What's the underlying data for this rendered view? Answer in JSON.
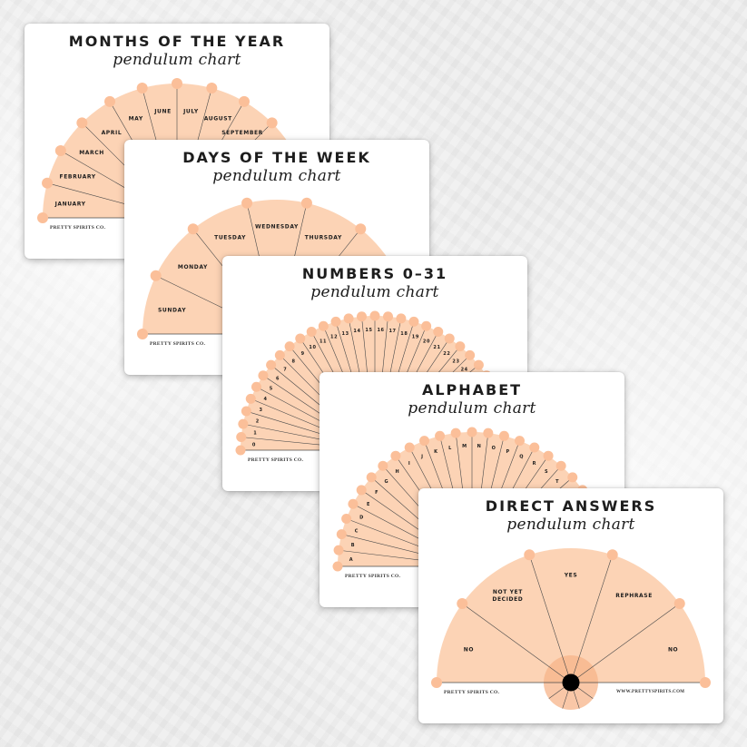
{
  "colors": {
    "segment_fill": "#fcd3b5",
    "dot_fill": "#fbbf99",
    "line": "#4a4a4a",
    "center_halo": "#f7b48a",
    "center_dot": "#000000",
    "text": "#1d1d1d"
  },
  "cards": [
    {
      "title": "MONTHS OF THE YEAR",
      "subtitle": "pendulum chart",
      "segments": 12,
      "labels": [
        "JANUARY",
        "FEBRUARY",
        "MARCH",
        "APRIL",
        "MAY",
        "JUNE",
        "JULY",
        "AUGUST",
        "SEPTEMBER"
      ],
      "footer_left": "PRETTY SPIRITS CO."
    },
    {
      "title": "DAYS OF THE WEEK",
      "subtitle": "pendulum chart",
      "segments": 7,
      "labels": [
        "SUNDAY",
        "MONDAY",
        "TUESDAY",
        "WEDNESDAY",
        "THURSDAY"
      ],
      "footer_left": "PRETTY SPIRITS CO."
    },
    {
      "title": "NUMBERS 0–31",
      "subtitle": "pendulum chart",
      "segments": 32,
      "labels": [
        "0",
        "1",
        "2",
        "3",
        "4",
        "5",
        "6",
        "7",
        "8",
        "9",
        "10",
        "11",
        "12",
        "13",
        "14",
        "15",
        "16",
        "17",
        "18",
        "19",
        "20",
        "21",
        "22",
        "23",
        "24"
      ],
      "footer_left": "PRETTY SPIRITS CO."
    },
    {
      "title": "ALPHABET",
      "subtitle": "pendulum chart",
      "segments": 26,
      "labels": [
        "A",
        "B",
        "C",
        "D",
        "E",
        "F",
        "G",
        "H",
        "I",
        "J",
        "K",
        "L",
        "M",
        "N",
        "O",
        "P",
        "Q",
        "R",
        "S",
        "T"
      ],
      "footer_left": "PRETTY SPIRITS CO."
    },
    {
      "title": "DIRECT ANSWERS",
      "subtitle": "pendulum chart",
      "segments": 5,
      "labels": [
        "NO",
        "NOT YET|DECIDED",
        "YES",
        "REPHRASE",
        "NO"
      ],
      "footer_left": "PRETTY SPIRITS CO.",
      "footer_right": "WWW.PRETTYSPIRITS.COM",
      "center_marker": true
    }
  ]
}
